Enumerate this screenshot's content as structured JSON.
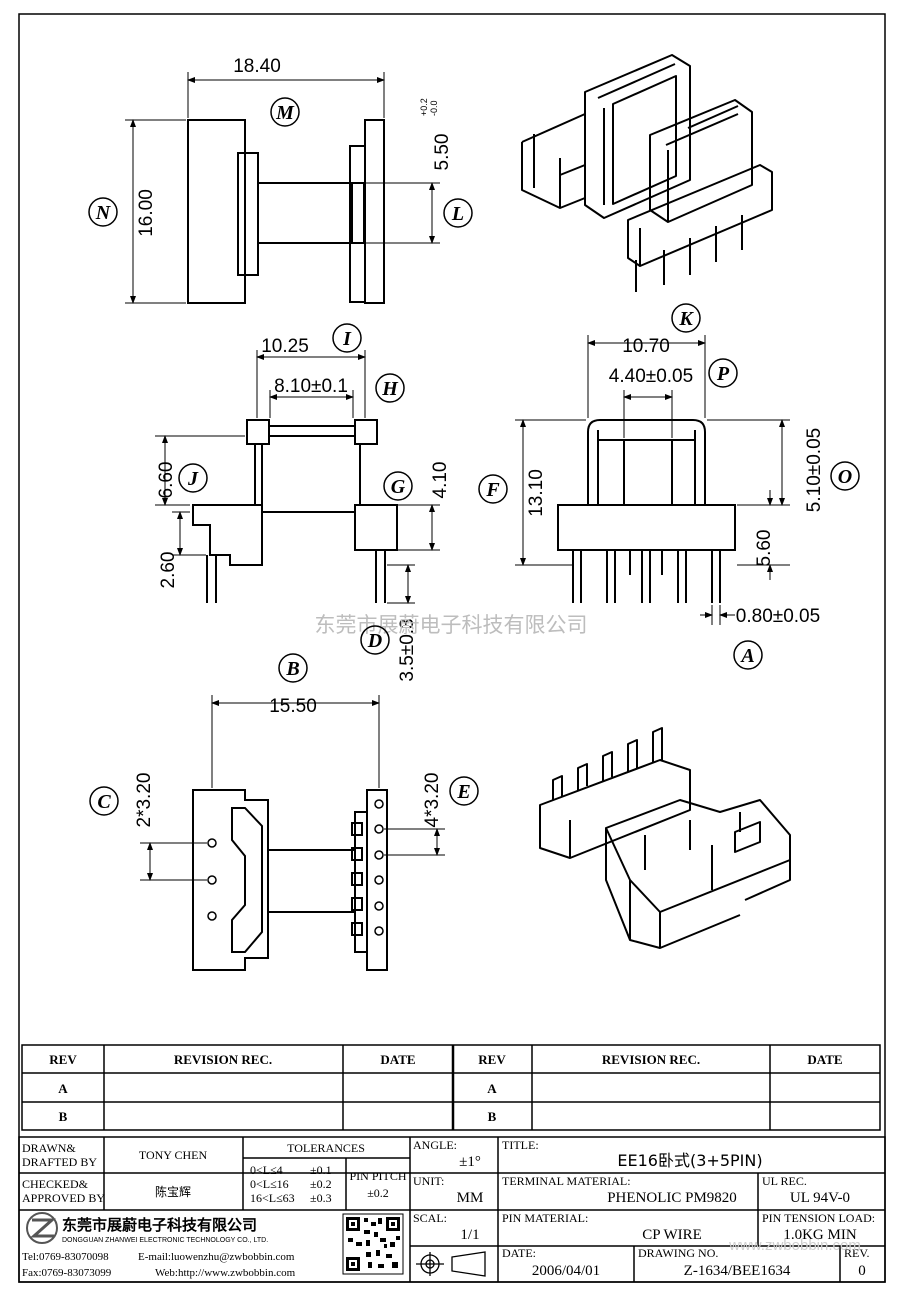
{
  "drawing": {
    "dims": {
      "width_top": "18.40",
      "height_top": "16.00",
      "slot": "5.50",
      "slot_tol_plus": "+0.2",
      "slot_tol_minus": "-0.0",
      "w_1025": "10.25",
      "w_810": "8.10±0.1",
      "h_660": "6.60",
      "h_410": "4.10",
      "h_260": "2.60",
      "pin_len": "3.5±0.3",
      "w_1070": "10.70",
      "w_440": "4.40±0.05",
      "h_1310": "13.10",
      "h_510": "5.10±0.05",
      "h_560": "5.60",
      "pin_dia": "0.80±0.05",
      "w_1550": "15.50",
      "pitch_left": "2*3.20",
      "pitch_right": "4*3.20"
    },
    "labels": [
      "M",
      "N",
      "L",
      "I",
      "H",
      "J",
      "G",
      "D",
      "K",
      "P",
      "O",
      "F",
      "A",
      "B",
      "C",
      "E"
    ],
    "watermark": "东莞市展蔚电子科技有限公司"
  },
  "revision": {
    "headers": [
      "REV",
      "REVISION REC.",
      "DATE",
      "REV",
      "REVISION REC.",
      "DATE"
    ],
    "rows": [
      "A",
      "B"
    ]
  },
  "titleblock": {
    "drawn_label": "DRAWN&\nDRAFTED BY",
    "drawn_l1": "DRAWN&",
    "drawn_l2": "DRAFTED BY",
    "drawn_value": "TONY CHEN",
    "checked_l1": "CHECKED&",
    "checked_l2": "APPROVED BY",
    "checked_value": "陈宝辉",
    "tolerances_label": "TOLERANCES",
    "tol": [
      {
        "range": "0<L≤4",
        "value": "±0.1"
      },
      {
        "range": "0<L≤16",
        "value": "±0.2"
      },
      {
        "range": "16<L≤63",
        "value": "±0.3"
      }
    ],
    "pin_pitch_label": "PIN PITCH",
    "pin_pitch_value": "±0.2",
    "angle_label": "ANGLE:",
    "angle_value": "±1°",
    "unit_label": "UNIT:",
    "unit_value": "MM",
    "scale_label": "SCAL:",
    "scale_value": "1/1",
    "title_label": "TITLE:",
    "title_value": "EE16卧式(3+5PIN)",
    "terminal_label": "TERMINAL MATERIAL:",
    "terminal_value": "PHENOLIC PM9820",
    "ul_label": "UL REC.",
    "ul_value": "UL 94V-0",
    "pin_material_label": "PIN MATERIAL:",
    "pin_material_value": "CP WIRE",
    "tension_label": "PIN TENSION LOAD:",
    "tension_value": "1.0KG MIN",
    "date_label": "DATE:",
    "date_value": "2006/04/01",
    "drawing_no_label": "DRAWING NO.",
    "drawing_no_value": "Z-1634/BEE1634",
    "rev_label": "REV.",
    "rev_value": "0",
    "company_cn": "东莞市展蔚电子科技有限公司",
    "company_en": "DONGGUAN ZHANWEI ELECTRONIC TECHNOLOGY CO., LTD.",
    "tel": "Tel:0769-83070098",
    "email": "E-mail:luowenzhu@zwbobbin.com",
    "fax": "Fax:0769-83073099",
    "web": "Web:http://www.zwbobbin.com",
    "web_watermark": "www.zwbobbin.com"
  }
}
